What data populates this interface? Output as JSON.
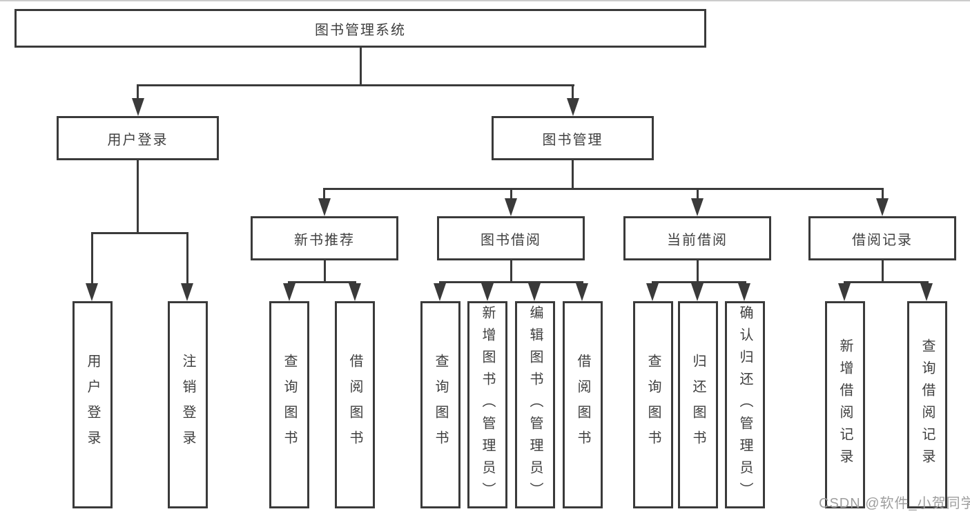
{
  "tree": {
    "root": {
      "label": "图书管理系统"
    },
    "children": [
      {
        "label": "用户登录",
        "children": [
          {
            "label": "用户登录"
          },
          {
            "label": "注销登录"
          }
        ]
      },
      {
        "label": "图书管理",
        "children": [
          {
            "label": "新书推荐",
            "children": [
              {
                "label": "查询图书"
              },
              {
                "label": "借阅图书"
              }
            ]
          },
          {
            "label": "图书借阅",
            "children": [
              {
                "label": "查询图书"
              },
              {
                "label": "新增图书（管理员）"
              },
              {
                "label": "编辑图书（管理员）"
              },
              {
                "label": "借阅图书"
              }
            ]
          },
          {
            "label": "当前借阅",
            "children": [
              {
                "label": "查询图书"
              },
              {
                "label": "归还图书"
              },
              {
                "label": "确认归还（管理员）"
              }
            ]
          },
          {
            "label": "借阅记录",
            "children": [
              {
                "label": "新增借阅记录"
              },
              {
                "label": "查询借阅记录"
              }
            ]
          }
        ]
      }
    ]
  },
  "watermark": "CSDN @软件_小贺同学",
  "colors": {
    "line": "#3a3a3a",
    "text": "#3f3f3f",
    "watermark": "#9e9e9e",
    "background": "#ffffff"
  }
}
